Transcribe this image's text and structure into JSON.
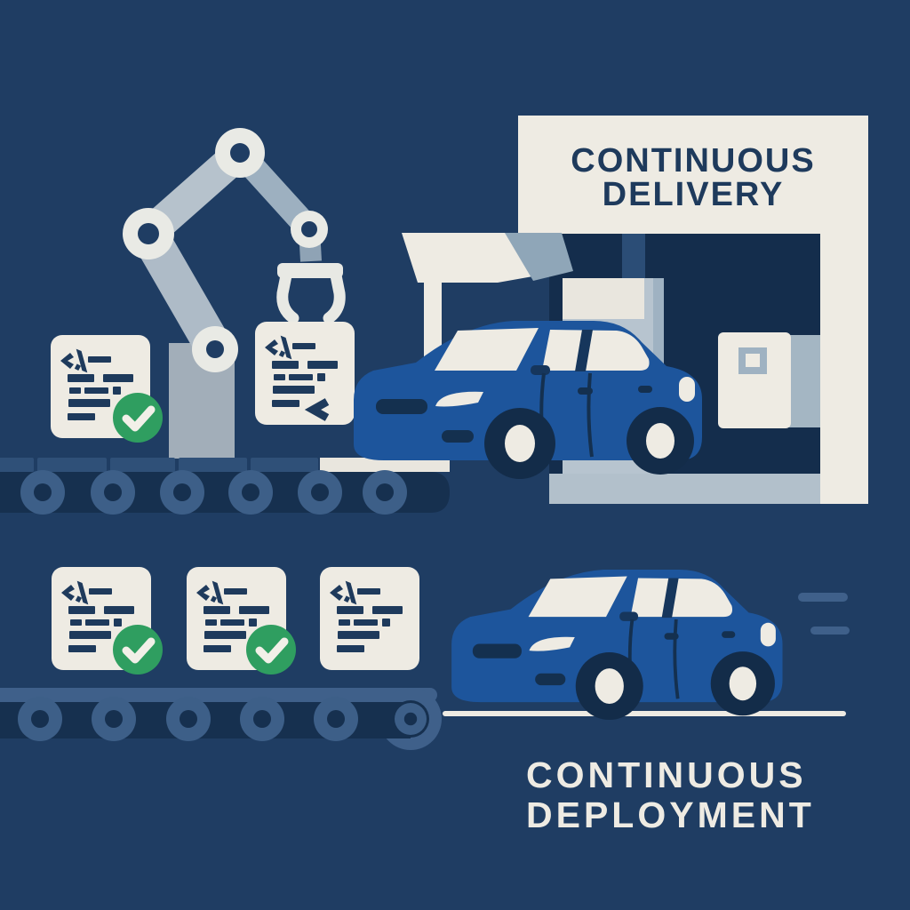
{
  "illustration": {
    "top_title": {
      "line1": "CONTINUOUS",
      "line2": "DELIVERY"
    },
    "bottom_title": {
      "line1": "CONTINUOUS",
      "line2": "DEPLOYMENT"
    },
    "palette": {
      "background": "#1f3d63",
      "offwhite": "#eeebe3",
      "ink_navy": "#1e3a5c",
      "car_blue": "#1d559c",
      "car_dark": "#14304f",
      "belt_dark": "#16304f",
      "belt_plate_blue": "#2f5078",
      "roller_blue": "#3d5f88",
      "machine_gray": "#b3c0cb",
      "machine_gray_dark": "#94a7b7",
      "floor_gray": "#b2c0cb",
      "garage_interior": "#142d4c",
      "door_frame_blue": "#2b4d76",
      "check_green": "#2f9e60"
    },
    "icons": {
      "code_tag": "</",
      "close_tag": "<",
      "check": "✓"
    },
    "top_scene": {
      "documents": [
        {
          "name": "code-document",
          "approved": true
        },
        {
          "name": "code-document",
          "approved": false
        }
      ]
    },
    "bottom_scene": {
      "documents": [
        {
          "name": "code-document",
          "approved": true
        },
        {
          "name": "code-document",
          "approved": true
        },
        {
          "name": "code-document",
          "approved": false
        }
      ]
    }
  }
}
